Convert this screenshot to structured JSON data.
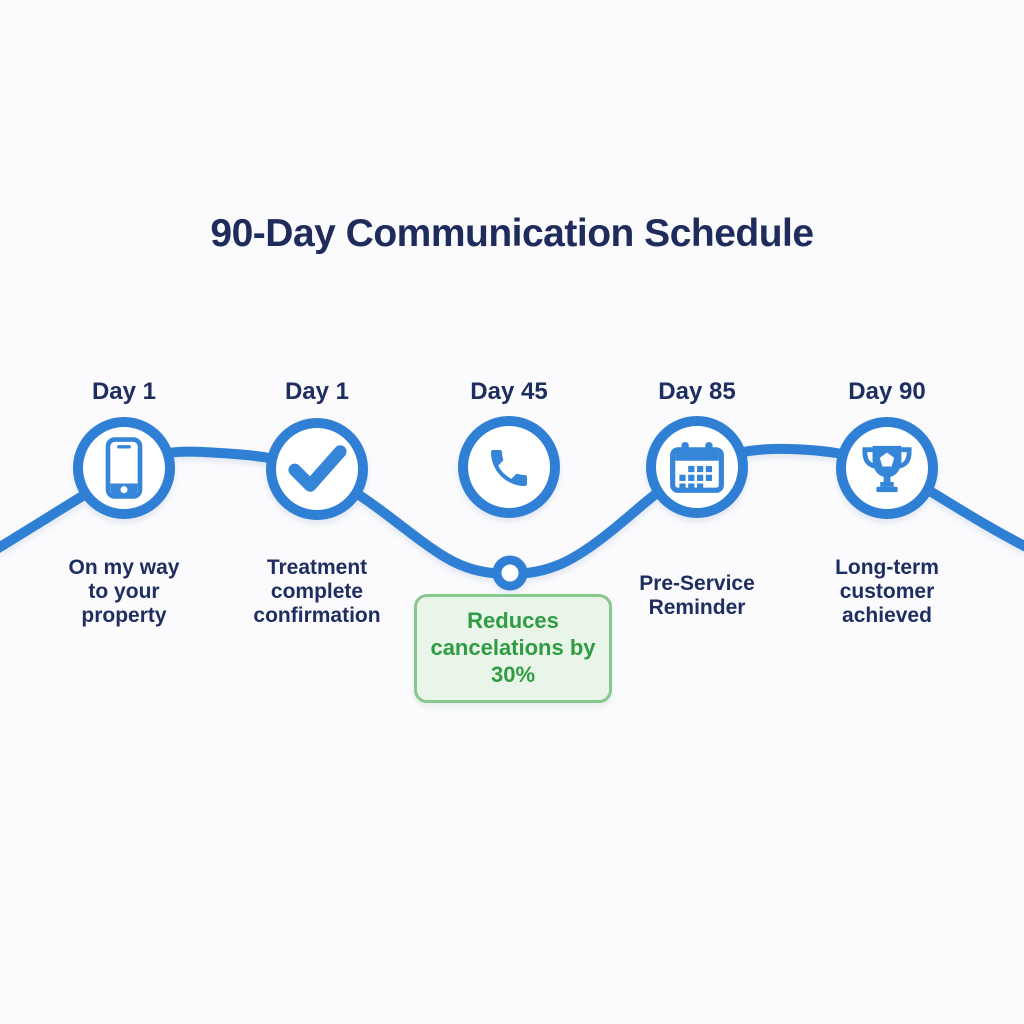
{
  "title": "90-Day Communication Schedule",
  "milestones": [
    {
      "day": "Day 1",
      "icon": "smartphone-icon",
      "label": "On my way to your property",
      "lines": [
        "On my way",
        "to your",
        "property"
      ]
    },
    {
      "day": "Day 1",
      "icon": "checkmark-icon",
      "label": "Treatment complete confirmation",
      "lines": [
        "Treatment",
        "complete",
        "confirmation"
      ]
    },
    {
      "day": "Day 45",
      "icon": "phone-call-icon",
      "label": "",
      "lines": []
    },
    {
      "day": "Day 85",
      "icon": "calendar-icon",
      "label": "Pre-Service Reminder",
      "lines": [
        "Pre-Service",
        "Reminder"
      ]
    },
    {
      "day": "Day 90",
      "icon": "trophy-icon",
      "label": "Long-term customer achieved",
      "lines": [
        "Long-term",
        "customer",
        "achieved"
      ]
    }
  ],
  "callout": {
    "text": "Reduces cancelations by 30%",
    "lines": [
      "Reduces",
      "cancelations by",
      "30%"
    ]
  },
  "colors": {
    "blue": "#2f80d4",
    "navy": "#1f2e60",
    "green_text": "#2f9c42",
    "green_border": "#87c88d",
    "green_bg": "#eaf5e9",
    "background": "#fbfbfd"
  }
}
